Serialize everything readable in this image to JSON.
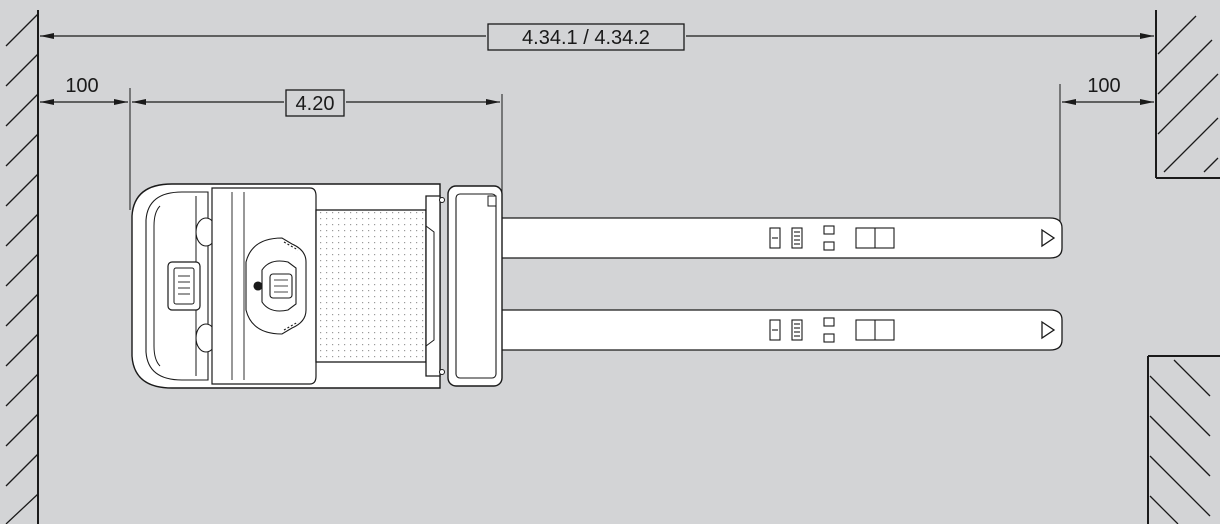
{
  "dimensions": {
    "overall_length": "4.34.1 / 4.34.2",
    "left_clearance": "100",
    "right_clearance": "100",
    "body_length": "4.20"
  },
  "colors": {
    "background": "#d3d4d6",
    "truck_fill": "#ffffff",
    "line": "#1a1a1a"
  }
}
